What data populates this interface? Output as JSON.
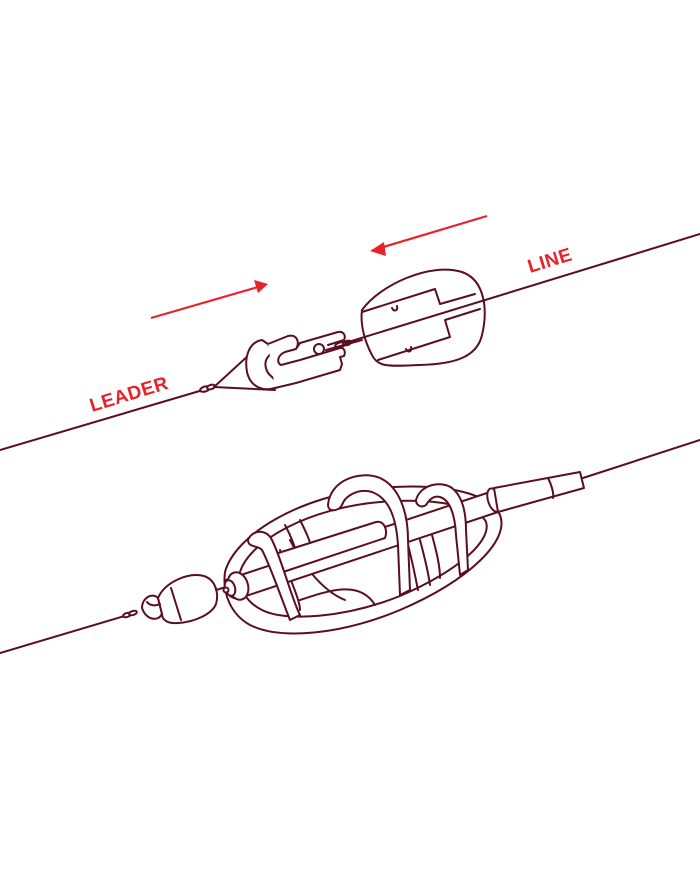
{
  "diagram": {
    "type": "fishing-rig-illustration",
    "colors": {
      "line": "#5a0f1e",
      "accent": "#e8212b",
      "background": "#ffffff"
    },
    "top_rig": {
      "labels": {
        "leader": "LEADER",
        "line": "LINE"
      },
      "components": [
        "leader-swivel",
        "quick-change-clip",
        "connector-swivel",
        "feeder-insert",
        "main-line"
      ],
      "arrows": [
        {
          "direction": "right",
          "meaning": "leader-toward-connector"
        },
        {
          "direction": "left",
          "meaning": "line-toward-connector"
        }
      ]
    },
    "bottom_rig": {
      "components": [
        "swivel",
        "bead-stop",
        "method-feeder-cage",
        "tail-rubber",
        "main-line"
      ]
    }
  }
}
